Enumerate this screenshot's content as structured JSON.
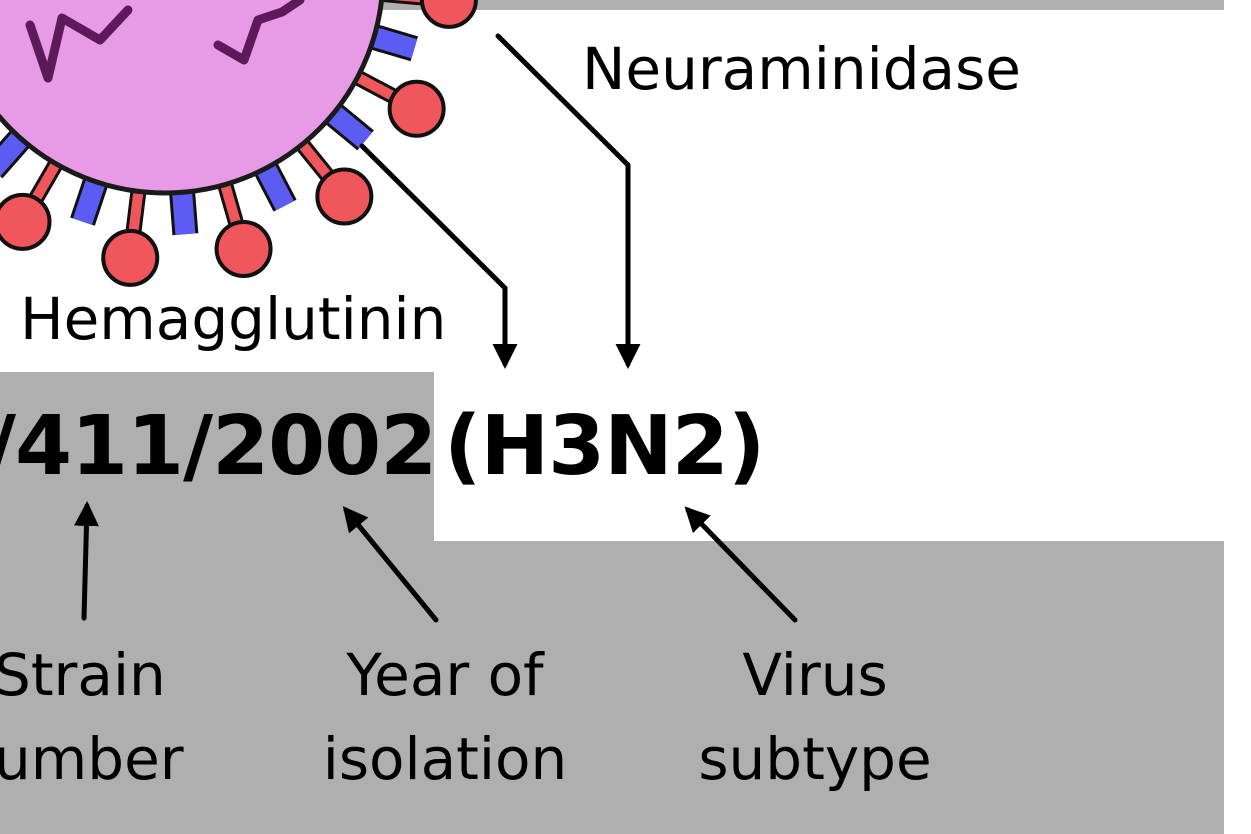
{
  "labels": {
    "neuraminidase": "Neuraminidase",
    "hemagglutinin": "Hemagglutinin",
    "strain_code": "/411/2002",
    "subtype_code": "(H3N2)",
    "strain_number_1": "Strain",
    "strain_number_2": "umber",
    "year_1": "Year of",
    "year_2": "isolation",
    "subtype_1": "Virus",
    "subtype_2": "subtype"
  },
  "colors": {
    "panel_gray": "#afafaf",
    "background": "#ffffff",
    "virion_fill": "#e79be6",
    "virion_outline": "#1a1a1a",
    "rna": "#5c1a5a",
    "hemagglutinin_spike": "#f0575c",
    "neuraminidase_spike": "#5a5cf2",
    "arrow": "#000000"
  },
  "icons": [
    "virus-particle-icon"
  ]
}
